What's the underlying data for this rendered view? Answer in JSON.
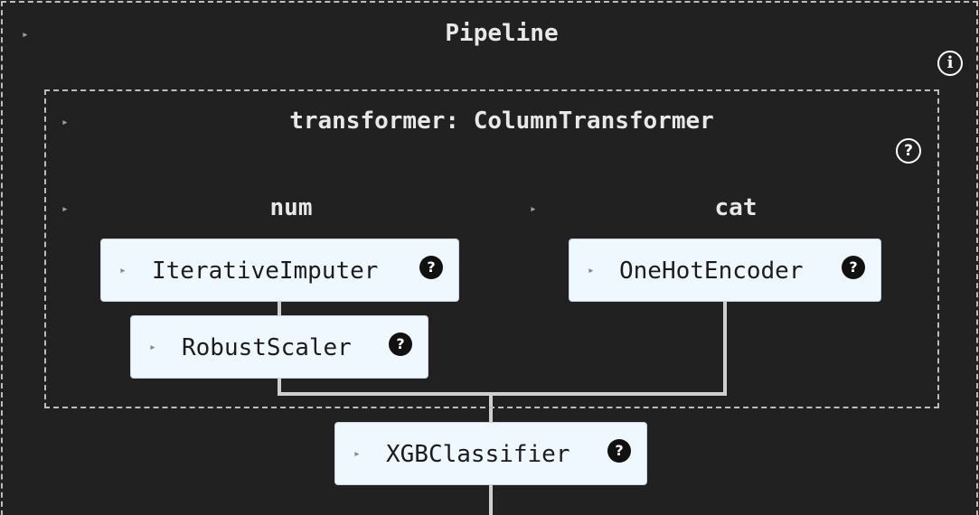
{
  "pipeline": {
    "title": "Pipeline",
    "info_icon": "i"
  },
  "transformer": {
    "title": "transformer: ColumnTransformer",
    "help_icon": "?"
  },
  "branches": [
    {
      "name": "num",
      "steps": [
        "IterativeImputer",
        "RobustScaler"
      ]
    },
    {
      "name": "cat",
      "steps": [
        "OneHotEncoder"
      ]
    }
  ],
  "final_estimator": {
    "label": "XGBClassifier"
  },
  "icons": {
    "caret": "▸",
    "help": "?"
  },
  "colors": {
    "background": "#212121",
    "estimator_fill": "#f0f8ff",
    "connector": "#cfcfcf",
    "dashed_border": "#bdbdbd"
  }
}
